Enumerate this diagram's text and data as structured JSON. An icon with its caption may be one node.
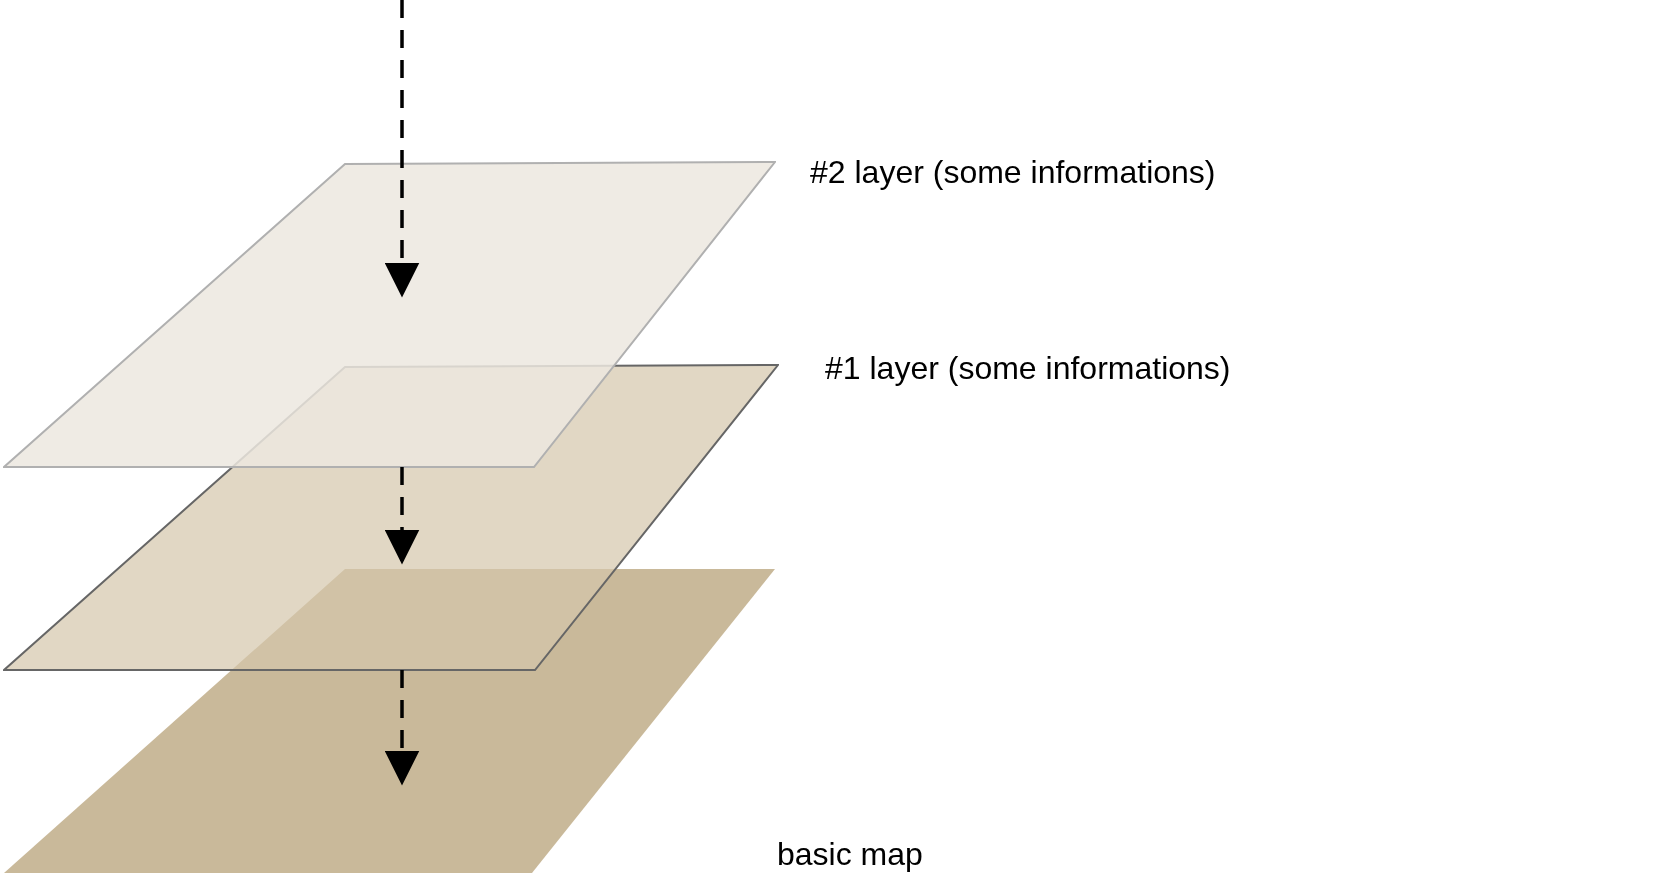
{
  "diagram": {
    "nodes": [
      {
        "text": [],
        "shape": "parallelogram",
        "beside": [
          "#2 layer (some informations)"
        ]
      },
      {
        "text": [],
        "shape": "parallelogram",
        "beside": [
          "#1 layer (some informations)"
        ]
      },
      {
        "text": [],
        "shape": "parallelogram",
        "beside": [
          "basic map"
        ]
      }
    ],
    "edges": [
      {
        "from": null,
        "to": 0,
        "arrow": "to",
        "style": "dashed"
      },
      {
        "from": 0,
        "to": 1,
        "arrow": "to",
        "style": "dashed"
      },
      {
        "from": 1,
        "to": 2,
        "arrow": "to",
        "style": "dashed"
      }
    ]
  }
}
